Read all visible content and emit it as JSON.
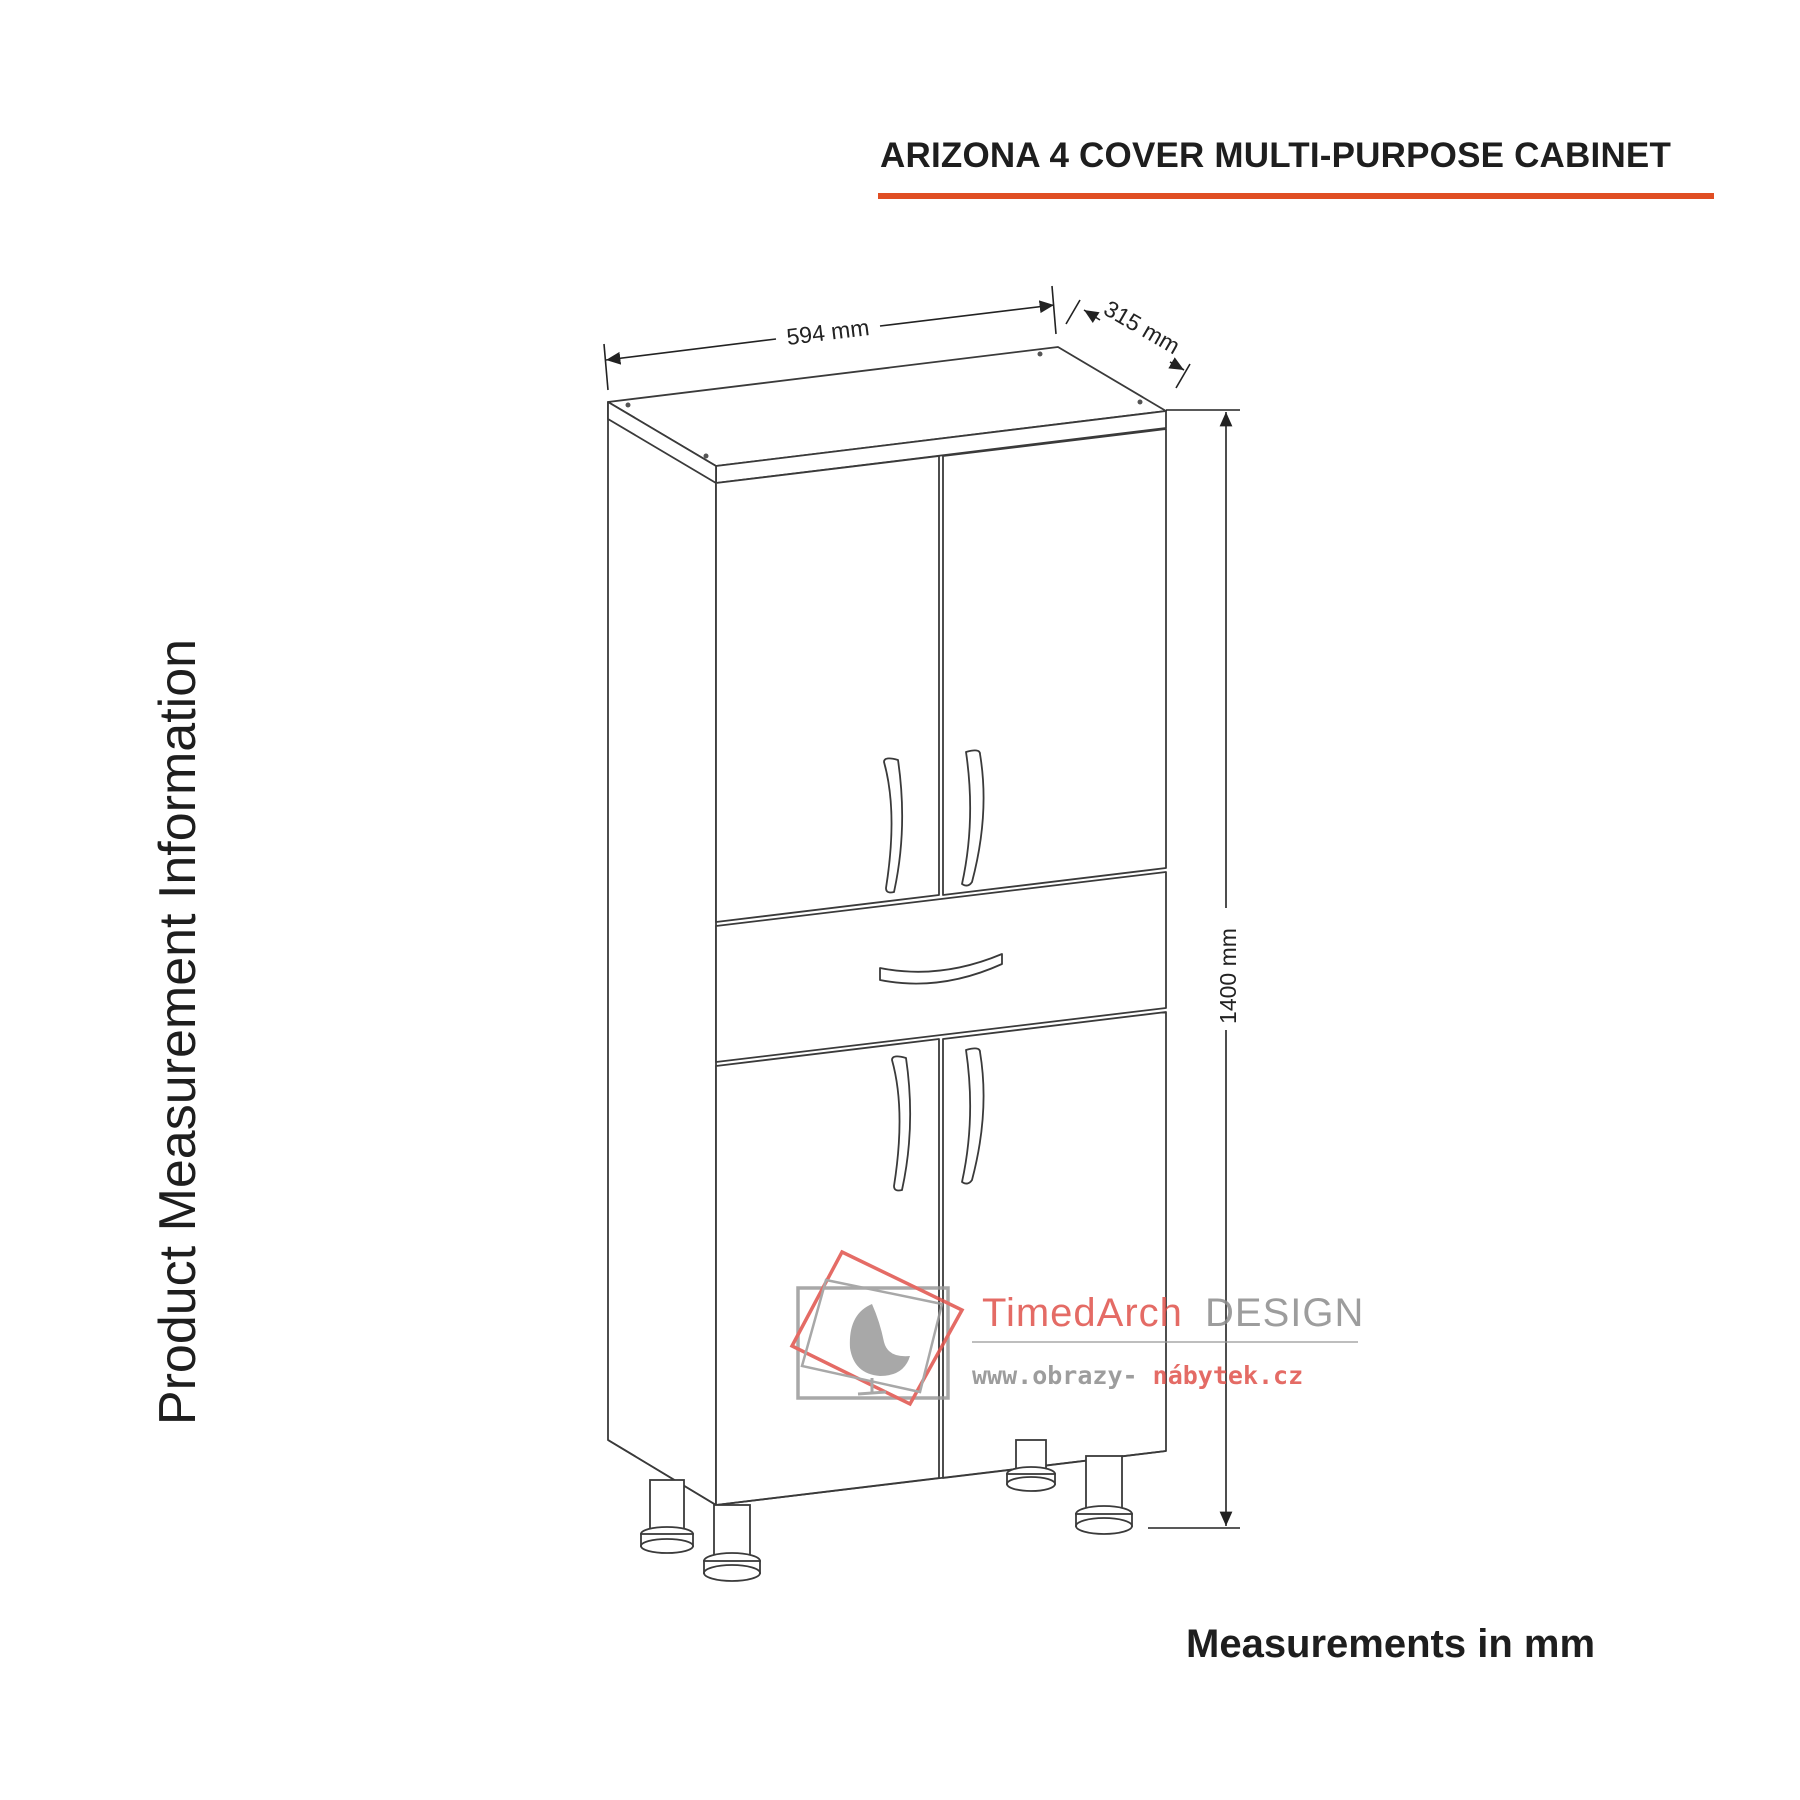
{
  "header": {
    "title": "ARIZONA 4 COVER MULTI-PURPOSE CABINET"
  },
  "side_label": "Product Measurement Information",
  "footer_note": "Measurements in mm",
  "dimensions": {
    "width": "594 mm",
    "depth": "315 mm",
    "height": "1400 mm"
  },
  "watermark": {
    "brand_part1": "TimedArch",
    "brand_part2": "DESIGN",
    "url_part1": "www.obrazy-",
    "url_part2": "nábytek.cz"
  },
  "colors": {
    "accent": "#e04e23",
    "line": "#3a3a3a",
    "watermark_red": "#e0524b",
    "watermark_gray": "#9a9a9a"
  }
}
